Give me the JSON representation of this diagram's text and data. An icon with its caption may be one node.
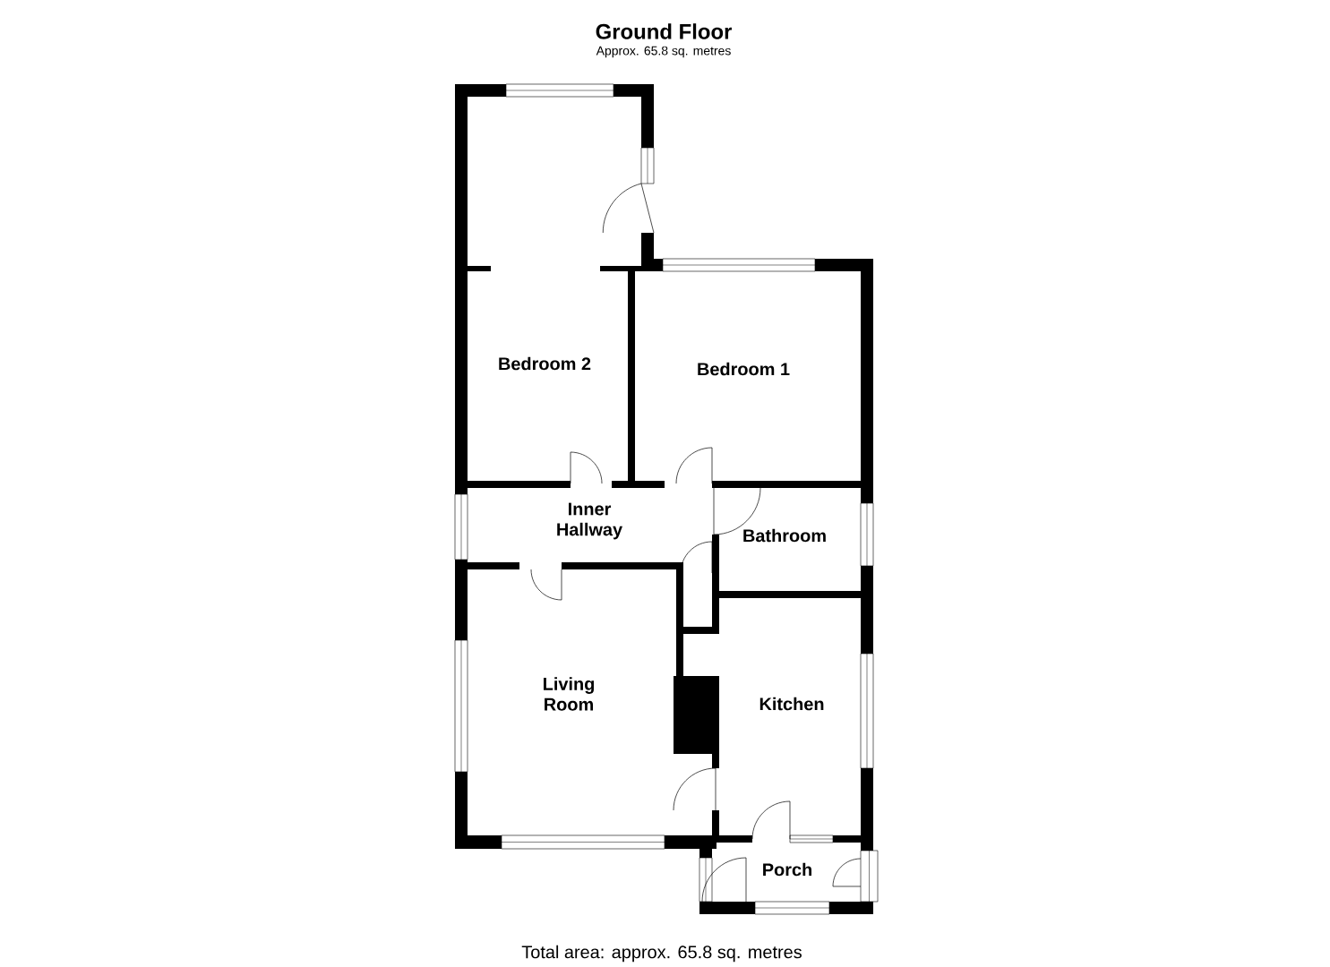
{
  "diagram": {
    "title": "Ground Floor",
    "nodes": [
      {
        "text": [
          "Bedroom 2"
        ]
      },
      {
        "text": [
          "Bedroom 1"
        ]
      },
      {
        "text": [
          "Inner Hallway"
        ]
      },
      {
        "text": [
          "Bathroom"
        ]
      },
      {
        "text": [
          "Living Room"
        ]
      },
      {
        "text": [
          "Kitchen"
        ]
      },
      {
        "text": [
          "Porch"
        ]
      }
    ],
    "labels": [
      "Approx. 65.8 sq. metres"
    ],
    "caption": "Total area: approx. 65.8 sq. metres"
  }
}
